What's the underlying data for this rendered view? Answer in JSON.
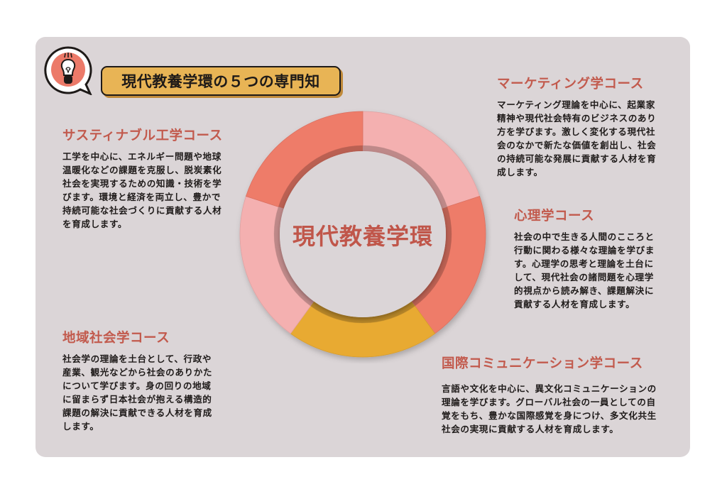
{
  "header": {
    "title": "現代教養学環の５つの専門知",
    "icon": "lightbulb-speech-bubble-icon"
  },
  "center": {
    "label": "現代教養学環"
  },
  "colors": {
    "background_panel": "#dbd5d7",
    "title_box": "#e8b455",
    "accent_text": "#c25a4d",
    "segment_coral": "#ee7b69",
    "segment_pink": "#f4b0b0",
    "segment_gold": "#e8aa33",
    "icon_circle": "#ec7a69"
  },
  "ring_segments": [
    {
      "name": "marketing",
      "start_deg": 0,
      "end_deg": 72,
      "color": "#f4b0b0"
    },
    {
      "name": "psychology",
      "start_deg": 72,
      "end_deg": 144,
      "color": "#ee7b69"
    },
    {
      "name": "international-communication",
      "start_deg": 144,
      "end_deg": 216,
      "color": "#e8aa33"
    },
    {
      "name": "regional-society",
      "start_deg": 216,
      "end_deg": 288,
      "color": "#f4b0b0"
    },
    {
      "name": "sustainable-engineering",
      "start_deg": 288,
      "end_deg": 360,
      "color": "#ee7b69"
    }
  ],
  "courses": {
    "sustainable": {
      "title": "サスティナブル工学コース",
      "lines": [
        "工学を中心に、エネルギー問題や地球",
        "温暖化などの課題を克服し、脱炭素化",
        "社会を実現するための知識・技術を学",
        "びます。環境と経済を両立し、豊かで",
        "持続可能な社会づくりに貢献する人材",
        "を育成します。"
      ]
    },
    "marketing": {
      "title": "マーケティング学コース",
      "lines": [
        "マーケティング理論を中心に、起業家",
        "精神や現代社会特有のビジネスのあり",
        "方を学びます。激しく変化する現代社",
        "会のなかで新たな価値を創出し、社会",
        "の持続可能な発展に貢献する人材を育",
        "成します。"
      ]
    },
    "psychology": {
      "title": "心理学コース",
      "lines": [
        "社会の中で生きる人間のこころと",
        "行動に関わる様々な理論を学びま",
        "す。心理学の思考と理論を土台に",
        "して、現代社会の諸問題を心理学",
        "的視点から読み解き、課題解決に",
        "貢献する人材を育成します。"
      ]
    },
    "regional": {
      "title": "地域社会学コース",
      "lines": [
        "社会学の理論を土台として、行政や",
        "産業、観光などから社会のありかた",
        "について学びます。身の回りの地域",
        "に留まらず日本社会が抱える構造的",
        "課題の解決に貢献できる人材を育成",
        "します。"
      ]
    },
    "international": {
      "title": "国際コミュニケーション学コース",
      "lines": [
        "言語や文化を中心に、異文化コミュニケーションの",
        "理論を学びます。グローバル社会の一員としての自",
        "覚をもち、豊かな国際感覚を身につけ、多文化共生",
        "社会の実現に貢献する人材を育成します。"
      ]
    }
  }
}
